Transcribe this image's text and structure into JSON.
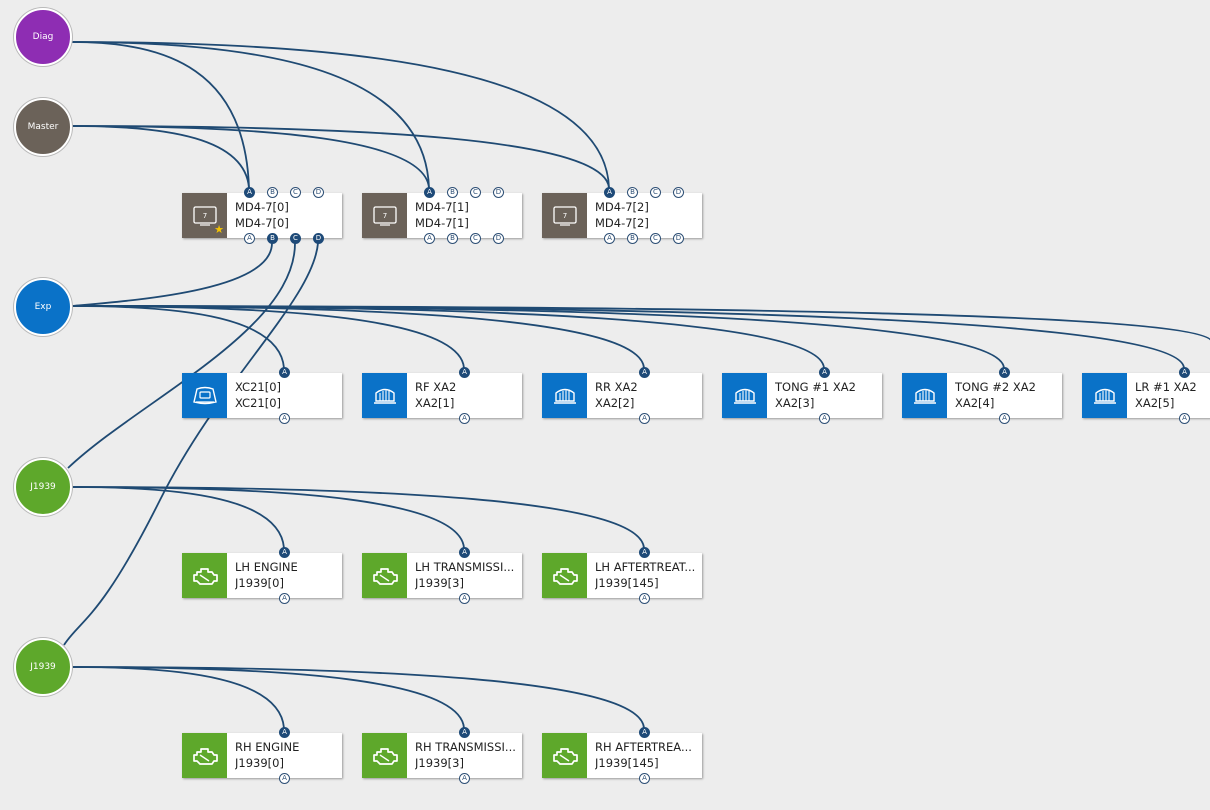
{
  "colors": {
    "diag": "#8e2db3",
    "master": "#6b6259",
    "exp": "#0a72c8",
    "j1939": "#5ea82b",
    "wire": "#1f4a73",
    "device_display": "#6b6259",
    "device_exp": "#0a72c8",
    "device_engine": "#5ea82b"
  },
  "buses": [
    {
      "id": "diag",
      "label": "Diag",
      "color": "#8e2db3"
    },
    {
      "id": "master",
      "label": "Master",
      "color": "#6b6259"
    },
    {
      "id": "exp",
      "label": "Exp",
      "color": "#0a72c8"
    },
    {
      "id": "j1939a",
      "label": "J1939",
      "color": "#5ea82b"
    },
    {
      "id": "j1939b",
      "label": "J1939",
      "color": "#5ea82b"
    }
  ],
  "displays": [
    {
      "line1": "MD4-7[0]",
      "line2": "MD4-7[0]",
      "icon": "display-icon",
      "icon_text": "7",
      "starred": true,
      "top_ports": [
        "A",
        "B",
        "C",
        "D"
      ],
      "top_active": [
        "A"
      ],
      "bottom_ports": [
        "A",
        "B",
        "C",
        "D"
      ],
      "bottom_active": [
        "B",
        "C",
        "D"
      ]
    },
    {
      "line1": "MD4-7[1]",
      "line2": "MD4-7[1]",
      "icon": "display-icon",
      "icon_text": "7",
      "starred": false,
      "top_ports": [
        "A",
        "B",
        "C",
        "D"
      ],
      "top_active": [
        "A"
      ],
      "bottom_ports": [
        "A",
        "B",
        "C",
        "D"
      ],
      "bottom_active": []
    },
    {
      "line1": "MD4-7[2]",
      "line2": "MD4-7[2]",
      "icon": "display-icon",
      "icon_text": "7",
      "starred": false,
      "top_ports": [
        "A",
        "B",
        "C",
        "D"
      ],
      "top_active": [
        "A"
      ],
      "bottom_ports": [
        "A",
        "B",
        "C",
        "D"
      ],
      "bottom_active": []
    }
  ],
  "expansion_devices": [
    {
      "line1": "XC21[0]",
      "line2": "XC21[0]",
      "icon": "controller-icon"
    },
    {
      "line1": "RF XA2",
      "line2": "XA2[1]",
      "icon": "module-icon"
    },
    {
      "line1": "RR XA2",
      "line2": "XA2[2]",
      "icon": "module-icon"
    },
    {
      "line1": "TONG #1 XA2",
      "line2": "XA2[3]",
      "icon": "module-icon"
    },
    {
      "line1": "TONG #2 XA2",
      "line2": "XA2[4]",
      "icon": "module-icon"
    },
    {
      "line1": "LR #1 XA2",
      "line2": "XA2[5]",
      "icon": "module-icon"
    }
  ],
  "j1939a_devices": [
    {
      "line1": "LH ENGINE",
      "line2": "J1939[0]",
      "icon": "engine-icon"
    },
    {
      "line1": "LH TRANSMISSI...",
      "line2": "J1939[3]",
      "icon": "engine-icon"
    },
    {
      "line1": "LH AFTERTREAT...",
      "line2": "J1939[145]",
      "icon": "engine-icon"
    }
  ],
  "j1939b_devices": [
    {
      "line1": "RH ENGINE",
      "line2": "J1939[0]",
      "icon": "engine-icon"
    },
    {
      "line1": "RH TRANSMISSI...",
      "line2": "J1939[3]",
      "icon": "engine-icon"
    },
    {
      "line1": "RH AFTERTREA...",
      "line2": "J1939[145]",
      "icon": "engine-icon"
    }
  ],
  "port_label": "A"
}
